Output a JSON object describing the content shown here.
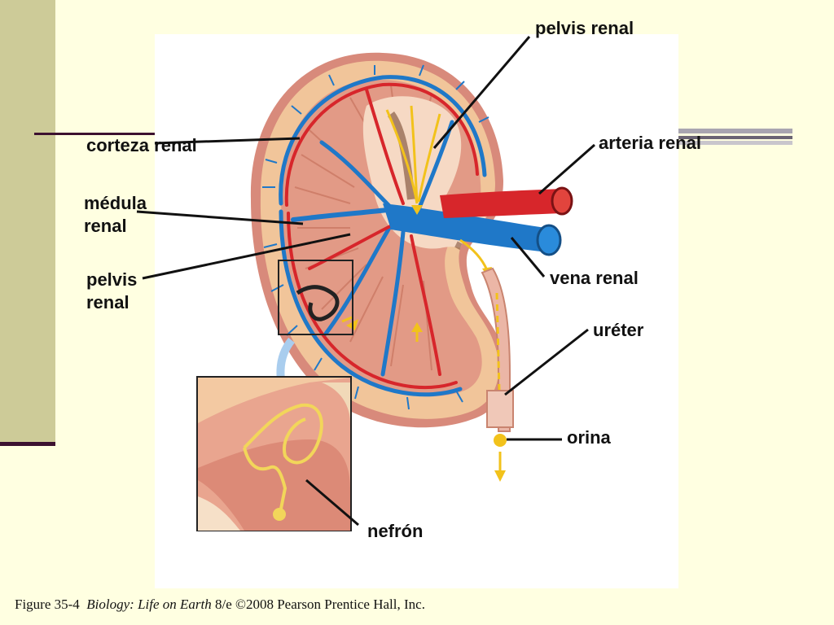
{
  "labels": {
    "pelvis_top": "pelvis renal",
    "corteza": "corteza renal",
    "medula_line1": "médula",
    "medula_line2": "renal",
    "pelvis_left_line1": "pelvis",
    "pelvis_left_line2": "renal",
    "arteria": "arteria renal",
    "vena": "vena renal",
    "ureter": "uréter",
    "orina": "orina",
    "nefron": "nefrón"
  },
  "caption": {
    "figure": "Figure 35-4",
    "book": "Biology: Life on Earth",
    "rest": "8/e  ©2008 Pearson Prentice Hall, Inc."
  },
  "colors": {
    "background": "#FFFFE1",
    "sidebar": "#CDCB98",
    "rule": "#3C1130",
    "artery": "#D7262B",
    "vein": "#1F78C8",
    "urine_flow": "#F2C21B",
    "tissue": "#E49A86"
  }
}
